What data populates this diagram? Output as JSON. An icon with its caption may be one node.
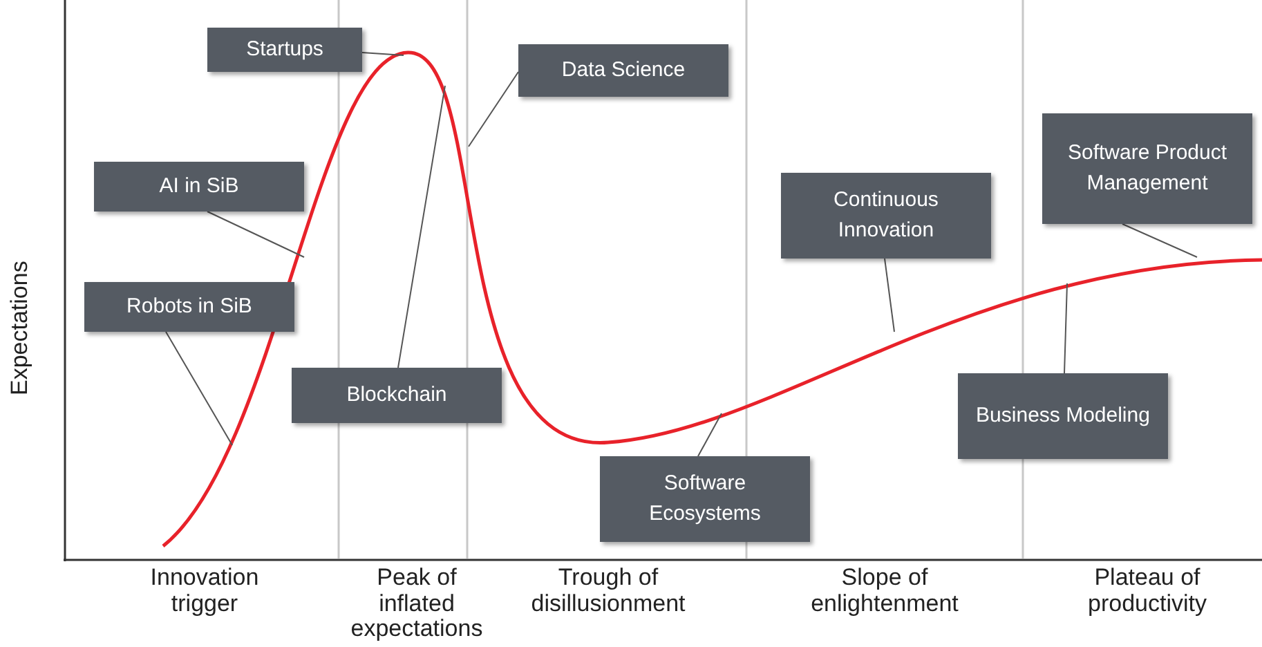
{
  "diagram": {
    "nodes": [
      {
        "text": [
          "Startups"
        ]
      },
      {
        "text": [
          "Data Science"
        ]
      },
      {
        "text": [
          "AI in SiB"
        ]
      },
      {
        "text": [
          "Robots in SiB"
        ]
      },
      {
        "text": [
          "Blockchain"
        ]
      },
      {
        "text": [
          "Software Ecosystems"
        ]
      },
      {
        "text": [
          "Continuous Innovation"
        ]
      },
      {
        "text": [
          "Software Product Management"
        ]
      },
      {
        "text": [
          "Business Modeling"
        ]
      }
    ],
    "edges": [
      {
        "from": 0,
        "to": null,
        "arrow": "none"
      },
      {
        "from": 1,
        "to": null,
        "arrow": "none"
      },
      {
        "from": 2,
        "to": null,
        "arrow": "none"
      },
      {
        "from": 3,
        "to": null,
        "arrow": "none"
      },
      {
        "from": 4,
        "to": null,
        "arrow": "none"
      },
      {
        "from": 5,
        "to": null,
        "arrow": "none"
      },
      {
        "from": 6,
        "to": null,
        "arrow": "none"
      },
      {
        "from": 7,
        "to": null,
        "arrow": "none"
      },
      {
        "from": 8,
        "to": null,
        "arrow": "none"
      }
    ],
    "labels": [
      "Expectations",
      "Innovation trigger",
      "Peak of inflated expectations",
      "Trough of disillusionment",
      "Slope of enlightenment",
      "Plateau of productivity"
    ]
  }
}
